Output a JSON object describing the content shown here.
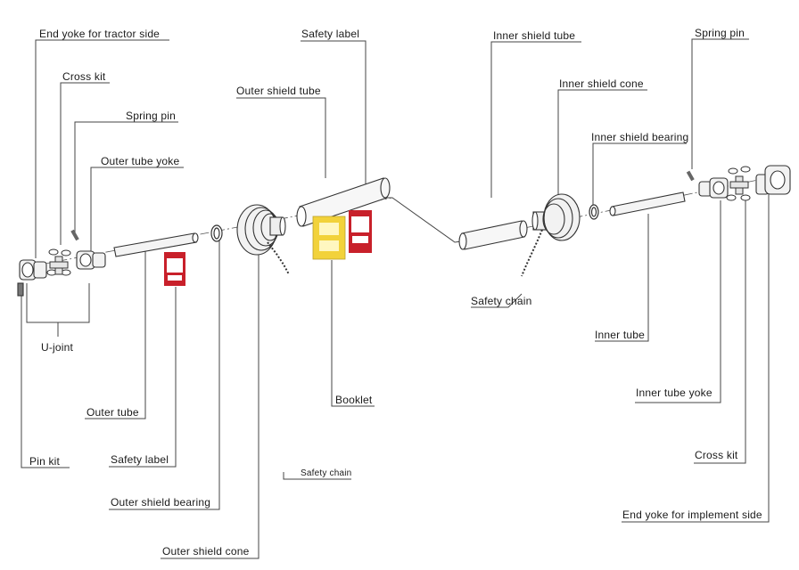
{
  "labels": {
    "end_yoke_tractor": "End yoke for tractor side",
    "cross_kit_left": "Cross kit",
    "spring_pin_left": "Spring pin",
    "outer_tube_yoke": "Outer tube yoke",
    "u_joint": "U-joint",
    "outer_tube": "Outer tube",
    "pin_kit": "Pin kit",
    "safety_label_left": "Safety label",
    "outer_shield_bearing": "Outer shield bearing",
    "outer_shield_cone": "Outer shield cone",
    "safety_label_top": "Safety label",
    "outer_shield_tube": "Outer shield tube",
    "booklet": "Booklet",
    "safety_chain_left": "Safety chain",
    "inner_shield_tube": "Inner shield tube",
    "inner_shield_cone": "Inner shield cone",
    "inner_shield_bearing": "Inner shield bearing",
    "safety_chain_right": "Safety chain",
    "inner_tube": "Inner tube",
    "spring_pin_right": "Spring pin",
    "inner_tube_yoke": "Inner tube yoke",
    "cross_kit_right": "Cross kit",
    "end_yoke_implement": "End yoke for implement side"
  },
  "colors": {
    "line": "#333333",
    "part_fill": "#f2f2f2",
    "label_red": "#c8202a",
    "label_yellow": "#f2d23a"
  }
}
